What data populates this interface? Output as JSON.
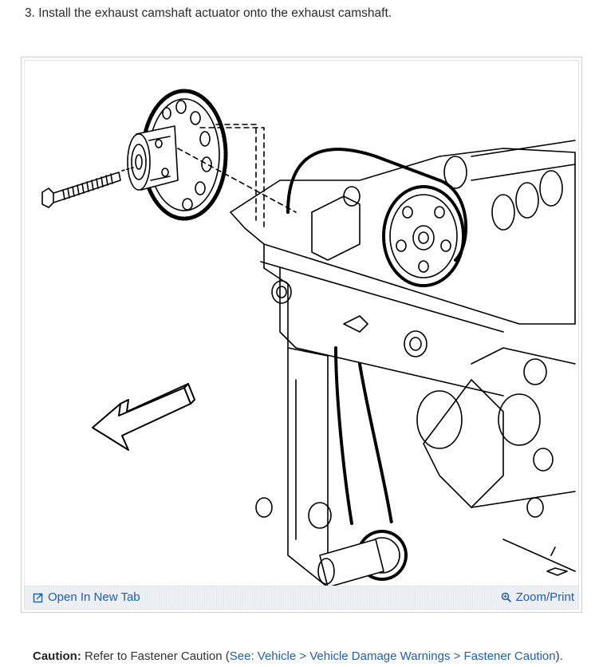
{
  "step": {
    "text": "3. Install the exhaust camshaft actuator onto the exhaust camshaft."
  },
  "figure": {
    "open_label": "Open In New Tab",
    "zoom_label": "Zoom/Print",
    "open_icon": "open-new-tab-icon",
    "zoom_icon": "magnifier-icon"
  },
  "caution": {
    "label": "Caution:",
    "text_before": "Refer to Fastener Caution (",
    "link_text": "See: Vehicle > Vehicle Damage Warnings > Fastener Caution",
    "text_after": ")."
  },
  "colors": {
    "link": "#1f5fa8",
    "toolbar_bg": "#eef1f5"
  }
}
